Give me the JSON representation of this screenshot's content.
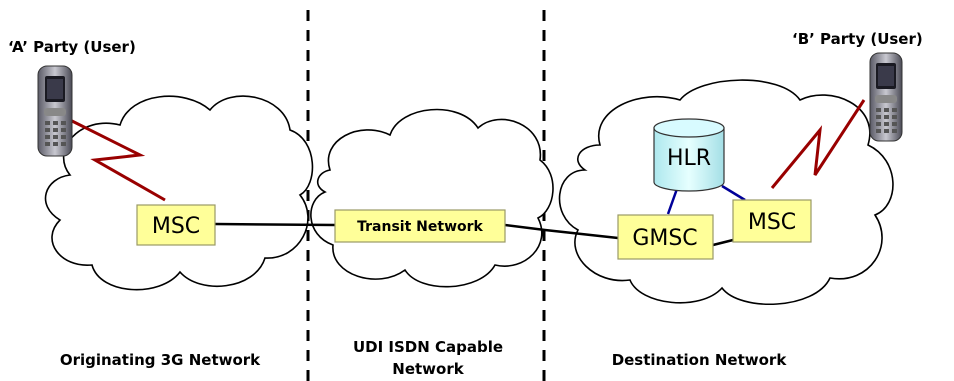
{
  "labels": {
    "party_a": "‘A’ Party (User)",
    "party_b": "‘B’ Party (User)",
    "originating": "Originating 3G Network",
    "udi_line1": "UDI ISDN Capable",
    "udi_line2": "Network",
    "destination": "Destination Network"
  },
  "nodes": {
    "msc_a": "MSC",
    "transit": "Transit Network",
    "gmsc": "GMSC",
    "msc_b": "MSC",
    "hlr": "HLR"
  },
  "colors": {
    "node_fill": "#ffff99",
    "hlr_fill": "#ccffff",
    "radio_link": "#990000",
    "signalling_link": "#000099",
    "trunk": "#000000"
  },
  "icons": [
    "mobile-phone-icon",
    "cloud-icon",
    "database-icon"
  ]
}
